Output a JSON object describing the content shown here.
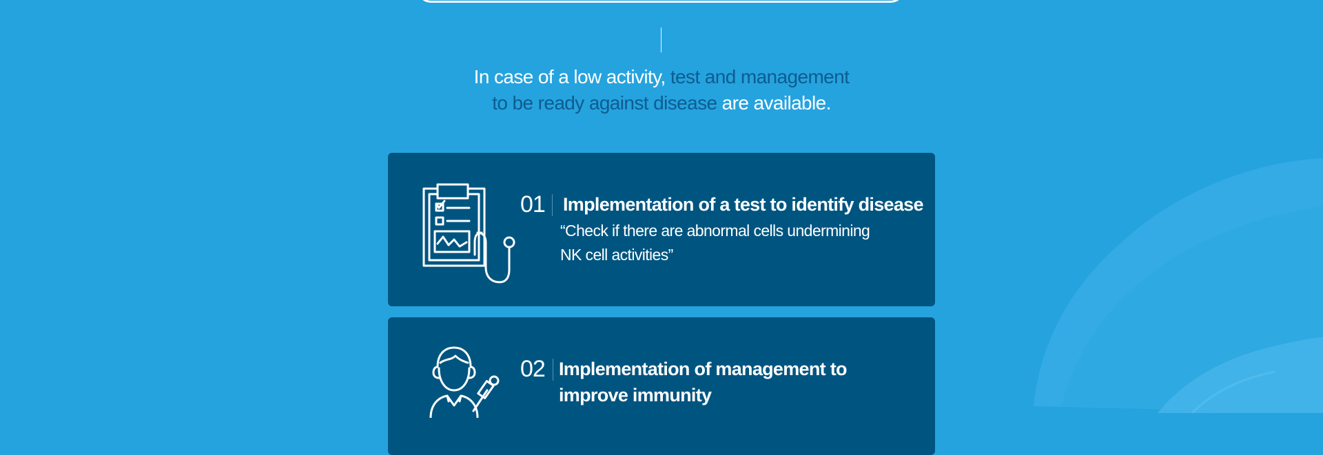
{
  "intro": {
    "part1": "In case of a low activity, ",
    "highlight1": "test and management",
    "highlight2": "to be ready against disease",
    "part2": " are available."
  },
  "cards": [
    {
      "number": "01",
      "title": "Implementation of a test to identify disease",
      "description_line1": "“Check if there are abnormal cells undermining",
      "description_line2": "NK cell activities”",
      "icon": "clipboard-stethoscope-icon"
    },
    {
      "number": "02",
      "title_line1": "Implementation of management to",
      "title_line2": "improve immunity",
      "icon": "doctor-with-syringe-icon"
    }
  ],
  "colors": {
    "background": "#25a3df",
    "card": "#005580",
    "highlight_text": "#0d5c8f"
  }
}
